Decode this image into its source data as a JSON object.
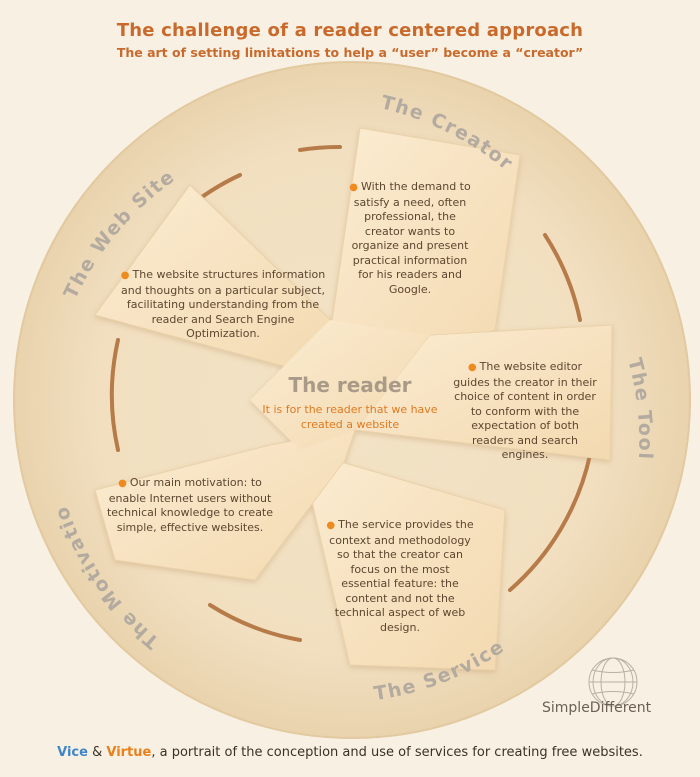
{
  "header": {
    "title": "The challenge of a reader centered approach",
    "subtitle": "The art of setting limitations to help a “user” become a “creator”"
  },
  "ring_labels": {
    "creator": "The Creator",
    "tool": "The Tool",
    "service": "The Service",
    "motivation": "The Motivation",
    "website": "The Web Site"
  },
  "blades": {
    "creator": "With the demand to satisfy a need, often professional, the creator wants to organize and present practical information for his readers and Google.",
    "tool": "The website editor guides the creator in their choice of content in order to conform with the expectation of both readers and search engines.",
    "service": "The service provides the context and methodology so that the creator can focus on the most essential feature: the content and not the technical aspect of web design.",
    "motivation": "Our main motivation: to enable Internet users without technical knowledge to create simple, effective websites.",
    "website": "The website structures information and thoughts on a particular subject, facilitating understanding from the reader and Search Engine Optimization."
  },
  "center": {
    "title": "The reader",
    "text": "It is for the reader that we have created a website"
  },
  "brand": "SimpleDifferent",
  "footer": {
    "vice": "Vice",
    "amp": " & ",
    "virtue": "Virtue",
    "rest": ", a portrait of the conception and use of services for creating free websites."
  },
  "colors": {
    "accent": "#c96a2c",
    "bullet": "#ef8a1e",
    "vice": "#3f86c8",
    "virtue": "#e8801c"
  }
}
